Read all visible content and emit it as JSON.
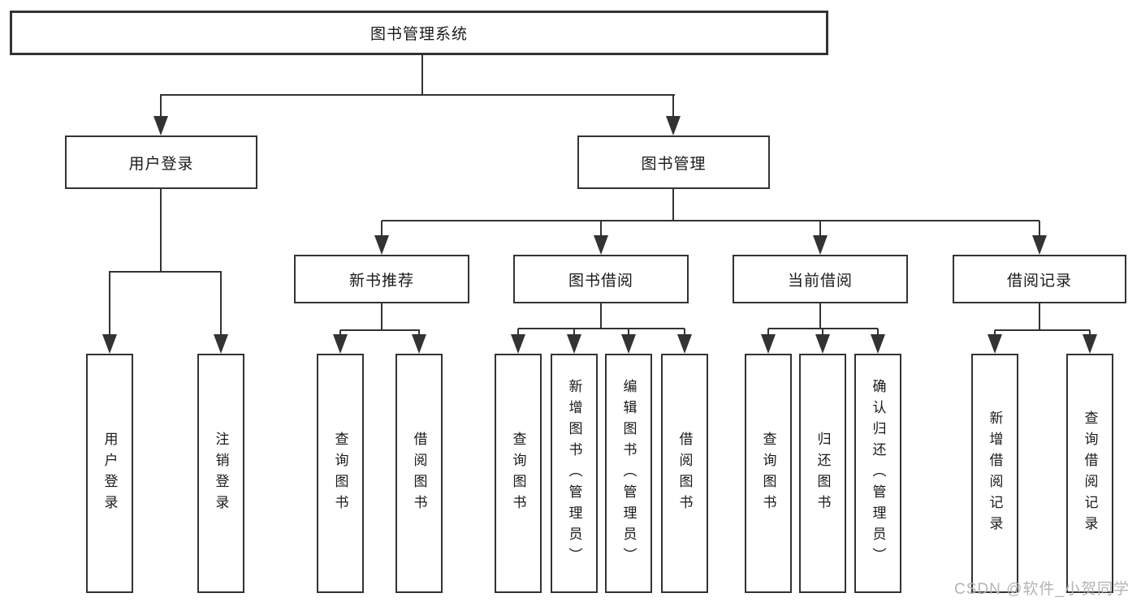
{
  "tree": {
    "label": "图书管理系统",
    "children": [
      {
        "label": "用户登录",
        "children": [
          {
            "label": "用户登录"
          },
          {
            "label": "注销登录"
          }
        ]
      },
      {
        "label": "图书管理",
        "children": [
          {
            "label": "新书推荐",
            "children": [
              {
                "label": "查询图书"
              },
              {
                "label": "借阅图书"
              }
            ]
          },
          {
            "label": "图书借阅",
            "children": [
              {
                "label": "查询图书"
              },
              {
                "label": "新增图书（管理员）"
              },
              {
                "label": "编辑图书（管理员）"
              },
              {
                "label": "借阅图书"
              }
            ]
          },
          {
            "label": "当前借阅",
            "children": [
              {
                "label": "查询图书"
              },
              {
                "label": "归还图书"
              },
              {
                "label": "确认归还（管理员）"
              }
            ]
          },
          {
            "label": "借阅记录",
            "children": [
              {
                "label": "新增借阅记录"
              },
              {
                "label": "查询借阅记录"
              }
            ]
          }
        ]
      }
    ]
  },
  "watermark": {
    "text": "CSDN @软件_小贺同学"
  },
  "colors": {
    "line": "#333333",
    "box_border": "#333333",
    "text": "#1a1a1a",
    "background": "#ffffff",
    "watermark": "#b4b4b4"
  }
}
